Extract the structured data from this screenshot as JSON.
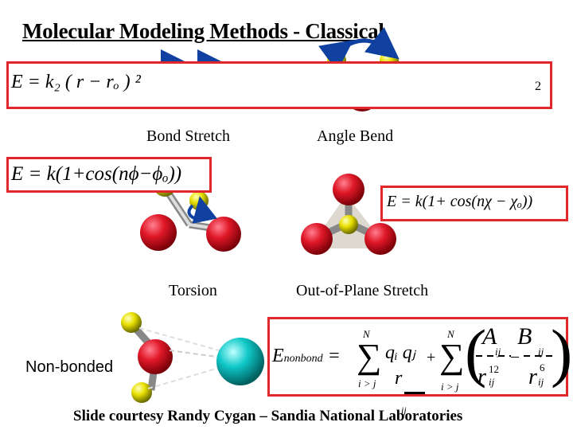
{
  "title": "Molecular Modeling Methods - Classical",
  "equations": {
    "bond_stretch": "E = k₂ ( r − rₒ ) ²",
    "angle_bend_exponent": "2",
    "torsion": "E = k(1+cos(nϕ−ϕₒ))",
    "out_of_plane": "E = k(1+ cos(nχ − χₒ))",
    "nonbond_lhs": "Eₙₒₙᵦₒₙ𝒹 =",
    "nonbond_lhs_main": "E",
    "nonbond_lhs_sub": "nonbond",
    "nonbond_sum_top": "N",
    "nonbond_sum_bottom": "i > j",
    "nonbond_q": "qᵢ qⱼ",
    "nonbond_r": "r",
    "nonbond_A": "A",
    "nonbond_B": "B",
    "nonbond_ij_a": "ij",
    "nonbond_ij_b": "ij",
    "nonbond_r12": "r",
    "nonbond_exp12": "12",
    "nonbond_r6": "r",
    "nonbond_exp6": "6",
    "nonbond_sub_ij": "ij",
    "footer_ij": "ij"
  },
  "labels": {
    "bond_stretch": "Bond Stretch",
    "angle_bend": "Angle Bend",
    "torsion": "Torsion",
    "out_of_plane": "Out-of-Plane Stretch",
    "non_bonded": "Non-bonded"
  },
  "footer": "Slide courtesy Randy Cygan – Sandia National Laboratories",
  "colors": {
    "accent_red": "#e0282b",
    "atom_red": "#d01020",
    "atom_yellow": "#e8e000",
    "atom_cyan": "#10c8c8",
    "arrow_blue": "#1040a0"
  }
}
